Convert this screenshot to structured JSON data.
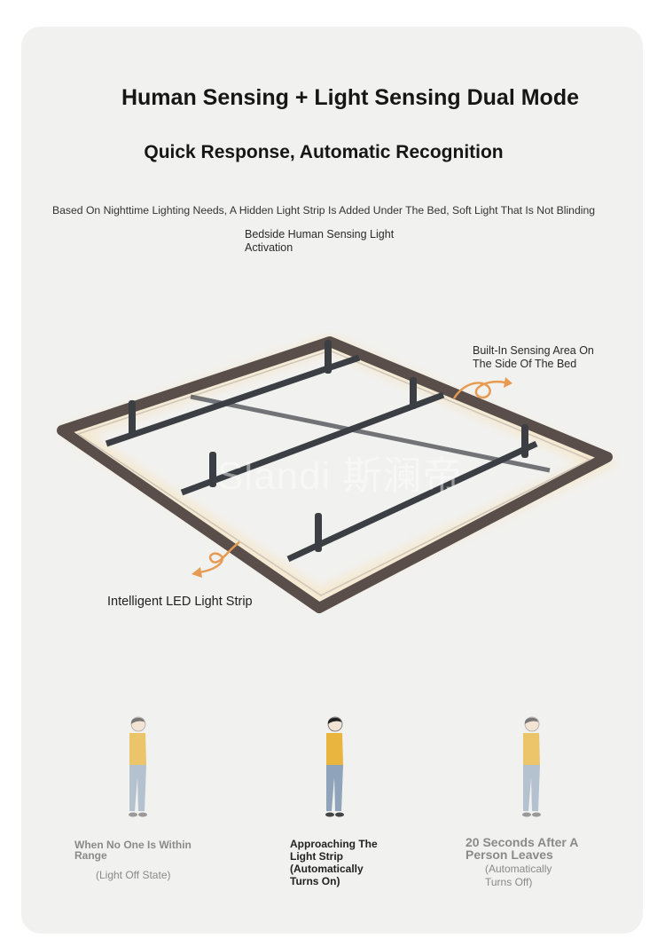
{
  "heading": {
    "title": "Human Sensing + Light Sensing Dual Mode",
    "subtitle": "Quick Response, Automatic Recognition",
    "description": "Based On Nighttime Lighting Needs, A Hidden Light Strip Is Added Under The Bed, Soft Light That Is Not Blinding"
  },
  "callouts": {
    "bedside": "Bedside Human Sensing Light Activation",
    "side_area": "Built-In Sensing Area On The Side Of The Bed",
    "led_strip": "Intelligent LED Light Strip"
  },
  "watermark": "Slandi 斯澜帝",
  "states": [
    {
      "caption": "When No One Is Within Range",
      "sub": "(Light Off State)"
    },
    {
      "caption": "Approaching The Light Strip (Automatically Turns On)",
      "sub": ""
    },
    {
      "caption": "20 Seconds After A Person Leaves",
      "sub": "(Automatically Turns Off)"
    }
  ],
  "colors": {
    "background": "#f1f1f0",
    "frame": "#5a4e4a",
    "glow": "#f6e7c8",
    "arrow": "#e79a52",
    "shirt": "#e9b53e",
    "pants": "#9fb2c6"
  },
  "icons": [
    "bed-frame",
    "person-figure",
    "curl-arrow-icon"
  ]
}
